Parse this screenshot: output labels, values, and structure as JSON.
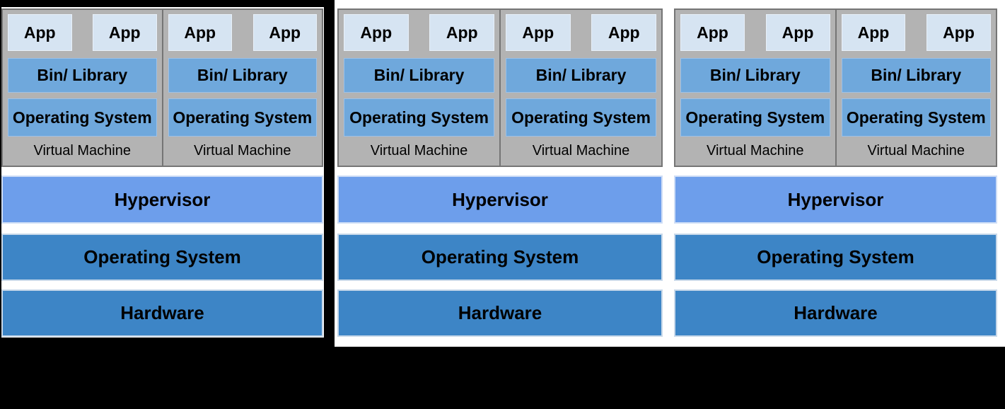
{
  "background": {
    "canvas_color": "#000000",
    "panel_color": "#ffffff"
  },
  "colors": {
    "vm_container_fill": "#b3b3b3",
    "vm_container_border": "#757575",
    "app_fill": "#d6e4f2",
    "vm_bar_fill": "#6fa8dc",
    "hypervisor_fill": "#6d9eeb",
    "host_layer_fill": "#3d85c6",
    "text_color": "#000000"
  },
  "panels": [
    {
      "vms": [
        {
          "apps": [
            "App",
            "App"
          ],
          "bin": "Bin/ Library",
          "os": "Operating System",
          "caption": "Virtual Machine"
        },
        {
          "apps": [
            "App",
            "App"
          ],
          "bin": "Bin/ Library",
          "os": "Operating System",
          "caption": "Virtual Machine"
        }
      ],
      "layers": {
        "hypervisor": "Hypervisor",
        "os": "Operating System",
        "hardware": "Hardware"
      }
    },
    {
      "vms": [
        {
          "apps": [
            "App",
            "App"
          ],
          "bin": "Bin/ Library",
          "os": "Operating System",
          "caption": "Virtual Machine"
        },
        {
          "apps": [
            "App",
            "App"
          ],
          "bin": "Bin/ Library",
          "os": "Operating System",
          "caption": "Virtual Machine"
        }
      ],
      "layers": {
        "hypervisor": "Hypervisor",
        "os": "Operating System",
        "hardware": "Hardware"
      }
    },
    {
      "vms": [
        {
          "apps": [
            "App",
            "App"
          ],
          "bin": "Bin/ Library",
          "os": "Operating System",
          "caption": "Virtual Machine"
        },
        {
          "apps": [
            "App",
            "App"
          ],
          "bin": "Bin/ Library",
          "os": "Operating System",
          "caption": "Virtual Machine"
        }
      ],
      "layers": {
        "hypervisor": "Hypervisor",
        "os": "Operating System",
        "hardware": "Hardware"
      }
    }
  ]
}
